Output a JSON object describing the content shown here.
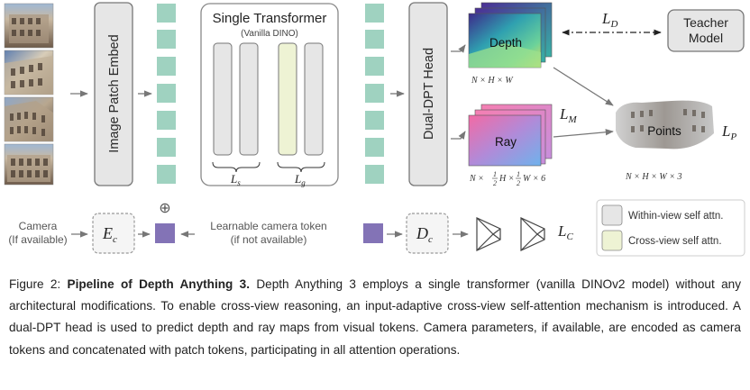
{
  "blocks": {
    "patch_embed": "Image Patch Embed",
    "transformer_title": "Single Transformer",
    "transformer_subtitle": "(Vanilla DINO)",
    "head": "Dual-DPT Head",
    "teacher_line1": "Teacher",
    "teacher_line2": "Model",
    "depth": "Depth",
    "ray": "Ray",
    "points": "Points"
  },
  "math": {
    "ls": "L",
    "ls_sub": "s",
    "lg": "L",
    "lg_sub": "g",
    "loss_d": "L",
    "loss_d_sub": "D",
    "loss_m": "L",
    "loss_m_sub": "M",
    "loss_p": "L",
    "loss_p_sub": "P",
    "loss_c": "L",
    "loss_c_sub": "C",
    "enc": "E",
    "enc_sub": "c",
    "dec": "D",
    "dec_sub": "c",
    "plus": "⊕"
  },
  "dims": {
    "depth": "N × H × W",
    "ray_pre": "N × ",
    "ray_half": "1",
    "ray_den": "2",
    "ray_mid1": "H × ",
    "ray_mid2": "W × 6",
    "points": "N × H × W × 3"
  },
  "camera": {
    "line1": "Camera",
    "line2": "(If available)",
    "token_line1": "Learnable camera token",
    "token_line2": "(if not available)"
  },
  "legend": {
    "within": "Within-view self attn.",
    "cross": "Cross-view self attn.",
    "within_color": "#e6e6e6",
    "cross_color": "#eef3d4"
  },
  "colors": {
    "token_teal": "#9fd2c0",
    "camera_token": "#8373b6",
    "depth_gradient_top": "#5b3aa3",
    "ray_gradient": "#f07ab0"
  },
  "caption": {
    "prefix": "Figure 2: ",
    "bold": "Pipeline of Depth Anything 3.",
    "body": " Depth Anything 3 employs a single transformer (vanilla DINOv2 model) without any architectural modifications. To enable cross-view reasoning, an input-adaptive cross-view self-attention mechanism is introduced. A dual-DPT head is used to predict depth and ray maps from visual tokens. Camera parameters, if available, are encoded as camera tokens and concatenated with patch tokens, participating in all attention operations."
  }
}
